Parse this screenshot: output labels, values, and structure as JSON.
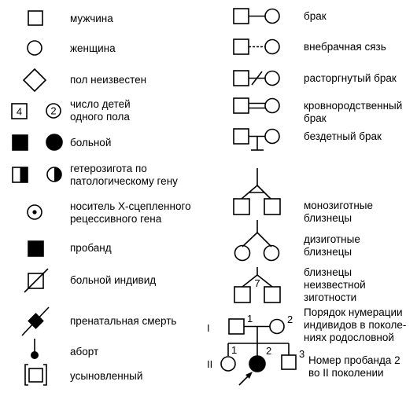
{
  "legend_left": [
    {
      "label": "мужчина"
    },
    {
      "label": "женщина"
    },
    {
      "label": "пол неизвестен"
    },
    {
      "label": "число детей\nодного пола",
      "square_digit": "4",
      "circle_digit": "2"
    },
    {
      "label": "больной"
    },
    {
      "label": "гетерозигота по\nпатологическому гену"
    },
    {
      "label": "носитель Х-сцепленного\nрецессивного гена"
    },
    {
      "label": "пробанд"
    },
    {
      "label": "больной индивид"
    },
    {
      "label": "пренатальная смерть"
    },
    {
      "label": "аборт"
    },
    {
      "label": "усыновленный"
    }
  ],
  "legend_right": [
    {
      "label": "брак"
    },
    {
      "label": "внебрачная сязь"
    },
    {
      "label": "расторгнутый брак"
    },
    {
      "label": "кровнородственный\nбрак"
    },
    {
      "label": "бездетный брак"
    },
    {
      "label": "монозиготные\nблизнецы"
    },
    {
      "label": "дизиготные\nблизнецы"
    },
    {
      "label": "близнецы\nнеизвестной\nзиготности",
      "digit": "7"
    }
  ],
  "numbering": {
    "label": "Порядок нумерации\nиндивидов в поколе-\nниях родословной",
    "gen_one": "I",
    "gen_two": "II",
    "n1": "1",
    "n2": "2",
    "c1": "1",
    "c2": "2",
    "c3": "3"
  },
  "proband_note": "Номер пробанда 2\nво II поколении"
}
